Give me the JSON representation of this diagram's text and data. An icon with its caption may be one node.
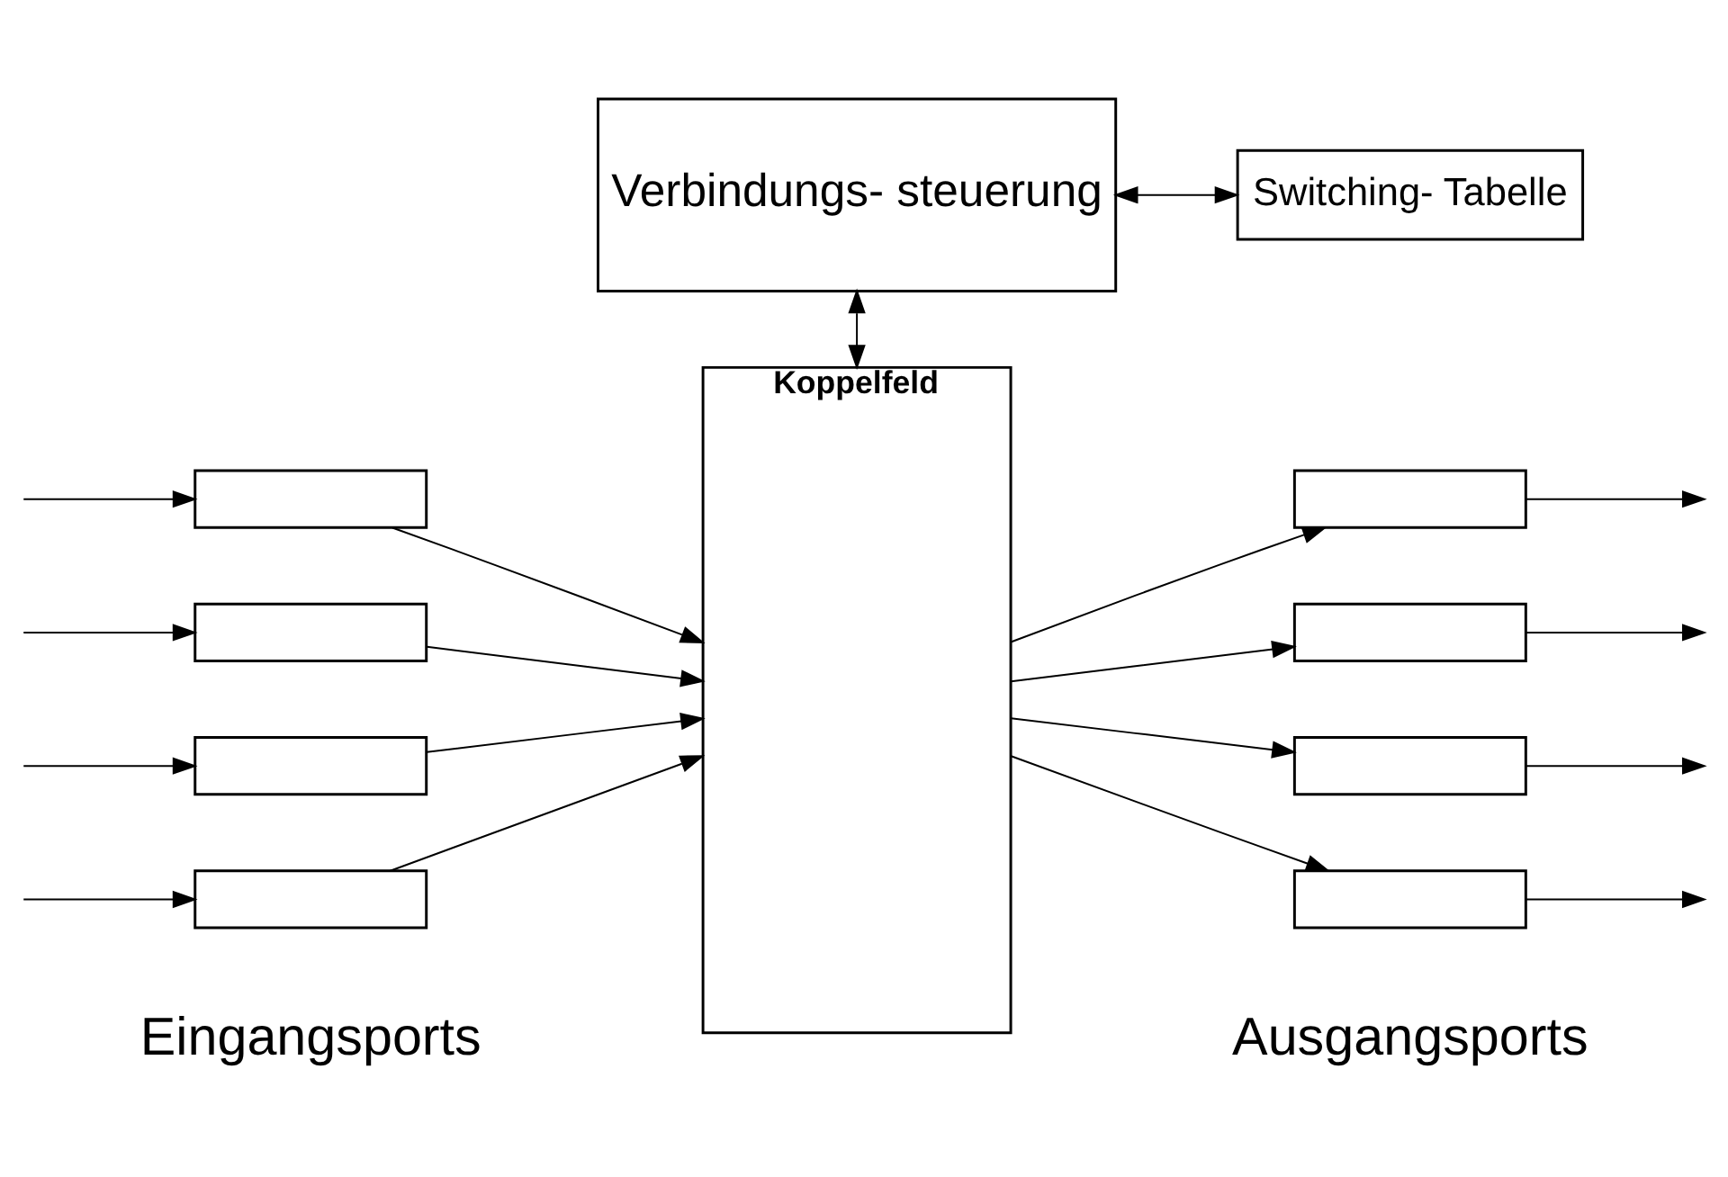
{
  "diagram": {
    "nodes": [
      {
        "text": [
          "Verbindungs- steuerung"
        ]
      },
      {
        "text": [
          "Switching- Tabelle"
        ]
      },
      {
        "text": [
          "Koppelfeld"
        ]
      },
      {
        "text": [],
        "shape": "box"
      },
      {
        "text": [],
        "shape": "box"
      },
      {
        "text": [],
        "shape": "box"
      },
      {
        "text": [],
        "shape": "box"
      },
      {
        "text": [],
        "shape": "box"
      },
      {
        "text": [],
        "shape": "box"
      },
      {
        "text": [],
        "shape": "box"
      },
      {
        "text": [],
        "shape": "box"
      }
    ],
    "edges": [
      {
        "from": 0,
        "to": 1,
        "arrow": "both"
      },
      {
        "from": 0,
        "to": 2,
        "arrow": "both"
      },
      {
        "from": null,
        "to": 3,
        "arrow": "to"
      },
      {
        "from": null,
        "to": 4,
        "arrow": "to"
      },
      {
        "from": null,
        "to": 5,
        "arrow": "to"
      },
      {
        "from": null,
        "to": 6,
        "arrow": "to"
      },
      {
        "from": 3,
        "to": 2,
        "arrow": "to"
      },
      {
        "from": 4,
        "to": 2,
        "arrow": "to"
      },
      {
        "from": 5,
        "to": 2,
        "arrow": "to"
      },
      {
        "from": 6,
        "to": 2,
        "arrow": "to"
      },
      {
        "from": 2,
        "to": 7,
        "arrow": "to"
      },
      {
        "from": 2,
        "to": 8,
        "arrow": "to"
      },
      {
        "from": 2,
        "to": 9,
        "arrow": "to"
      },
      {
        "from": 2,
        "to": 10,
        "arrow": "to"
      },
      {
        "from": 7,
        "to": null,
        "arrow": "to"
      },
      {
        "from": 8,
        "to": null,
        "arrow": "to"
      },
      {
        "from": 9,
        "to": null,
        "arrow": "to"
      },
      {
        "from": 10,
        "to": null,
        "arrow": "to"
      }
    ],
    "labels": [
      "Eingangsports",
      "Ausgangsports"
    ]
  }
}
